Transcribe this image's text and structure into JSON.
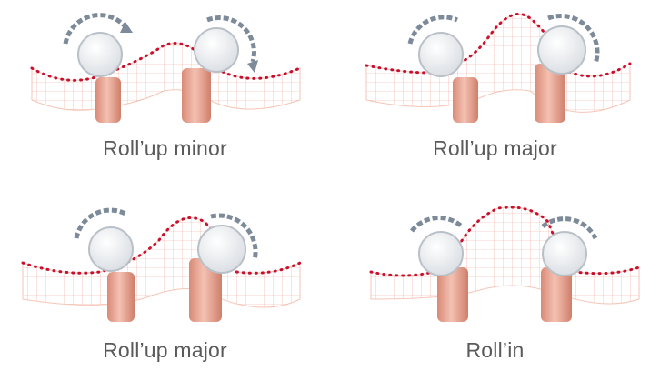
{
  "panels": [
    {
      "caption": "Roll’up minor"
    },
    {
      "caption": "Roll’up major"
    },
    {
      "caption": "Roll’up major"
    },
    {
      "caption": "Roll’in"
    }
  ],
  "colors": {
    "dots": "#c8102e",
    "skin": "#f3b8a8",
    "grid": "#f2a394",
    "roller": "#e6a08d",
    "arrow": "#7d8a99",
    "caption": "#5a5a5a"
  },
  "icons": [
    "roller-icon",
    "rotation-arrow-icon",
    "ball-icon"
  ]
}
